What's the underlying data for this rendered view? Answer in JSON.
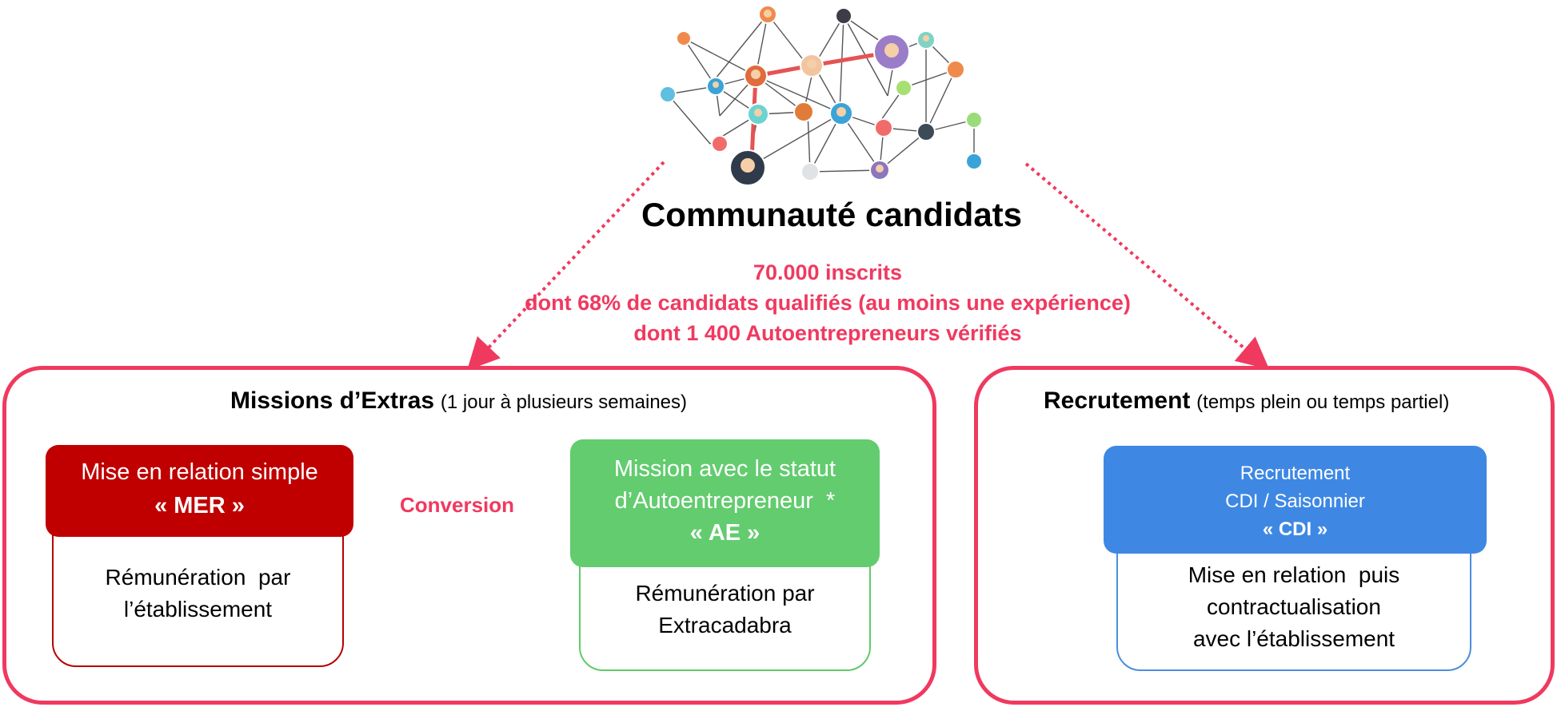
{
  "community": {
    "title": "Communauté candidats",
    "stats": [
      "70.000 inscrits",
      "dont 68% de candidats  qualifiés (au moins une expérience)",
      "dont 1 400 Autoentrepreneurs vérifiés"
    ]
  },
  "missions": {
    "title": "Missions d’Extras",
    "subtitle": "(1 jour à plusieurs semaines)",
    "mer": {
      "line1": "Mise en relation simple",
      "line2": "« MER »",
      "body_line1": "Rémunération  par",
      "body_line2": "l’établissement"
    },
    "conversion": "Conversion",
    "ae": {
      "line1": "Mission avec le statut",
      "line2": "d’Autoentrepreneur  *",
      "line3": "« AE »",
      "body_line1": "Rémunération par",
      "body_line2": "Extracadabra"
    }
  },
  "recrutement": {
    "title": "Recrutement",
    "subtitle": "(temps plein ou temps partiel)",
    "cdi": {
      "line1": "Recrutement",
      "line2": "CDI / Saisonnier",
      "line3": "« CDI »",
      "body_line1": "Mise en relation  puis",
      "body_line2": "contractualisation",
      "body_line3": "avec l’établissement"
    }
  },
  "colors": {
    "accent": "#f0395f",
    "mer": "#c00000",
    "ae": "#62cc6e",
    "cdi": "#3e88e4"
  }
}
